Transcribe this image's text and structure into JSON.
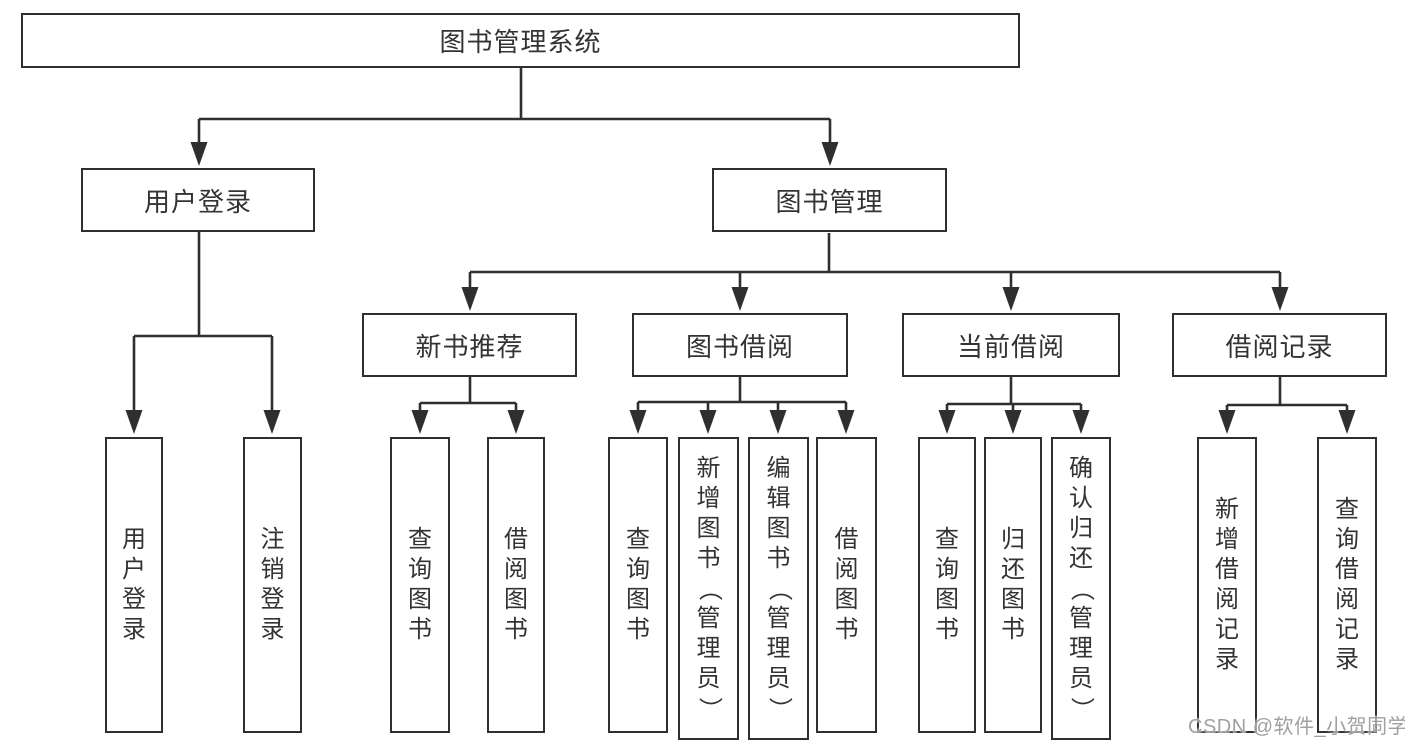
{
  "tree": {
    "root": "图书管理系统",
    "children": [
      {
        "label": "用户登录",
        "children": [
          "用户登录",
          "注销登录"
        ]
      },
      {
        "label": "图书管理",
        "children": [
          {
            "label": "新书推荐",
            "children": [
              "查询图书",
              "借阅图书"
            ]
          },
          {
            "label": "图书借阅",
            "children": [
              "查询图书",
              "新增图书（管理员）",
              "编辑图书（管理员）",
              "借阅图书"
            ]
          },
          {
            "label": "当前借阅",
            "children": [
              "查询图书",
              "归还图书",
              "确认归还（管理员）"
            ]
          },
          {
            "label": "借阅记录",
            "children": [
              "新增借阅记录",
              "查询借阅记录"
            ]
          }
        ]
      }
    ]
  },
  "watermark": "CSDN @软件_小贺同学",
  "colors": {
    "line": "#2f2f2f",
    "text": "#333333",
    "box_fill": "#ffffff",
    "watermark": "#a0a0a0",
    "background": "#ffffff"
  }
}
